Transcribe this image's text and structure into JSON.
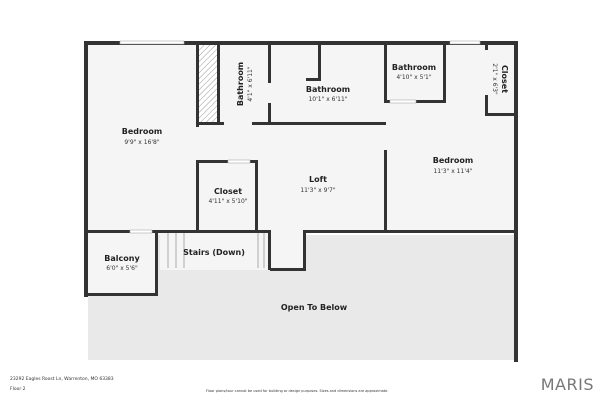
{
  "rooms": {
    "bedroom_left": {
      "name": "Bedroom",
      "dims": "9'9\" x 16'8\""
    },
    "bathroom_a": {
      "name": "Bathroom",
      "dims": "4'1\" x 6'11\""
    },
    "bathroom_b": {
      "name": "Bathroom",
      "dims": "10'1\" x 6'11\""
    },
    "bathroom_c": {
      "name": "Bathroom",
      "dims": "4'10\" x 5'1\""
    },
    "closet_right": {
      "name": "Closet",
      "dims": "2'1\" x 6'3\""
    },
    "bedroom_right": {
      "name": "Bedroom",
      "dims": "11'3\" x 11'4\""
    },
    "loft": {
      "name": "Loft",
      "dims": "11'3\" x 9'7\""
    },
    "closet_mid": {
      "name": "Closet",
      "dims": "4'11\" x 5'10\""
    },
    "balcony": {
      "name": "Balcony",
      "dims": "6'0\" x 5'6\""
    },
    "stairs": {
      "name": "Stairs (Down)"
    },
    "open_below": {
      "name": "Open To Below"
    }
  },
  "footer": {
    "address": "23292 Eagles Roost Ln, Warrenton, MO 63383",
    "floor": "Floor 2",
    "disclaimer": "Floor plans/tour cannot be used for building or design purposes. Sizes and dimensions are approximate.",
    "logo": "MARIS"
  },
  "colors": {
    "wall": "#333333",
    "floor": "#f5f5f5",
    "open_below": "#e8e8e8"
  }
}
